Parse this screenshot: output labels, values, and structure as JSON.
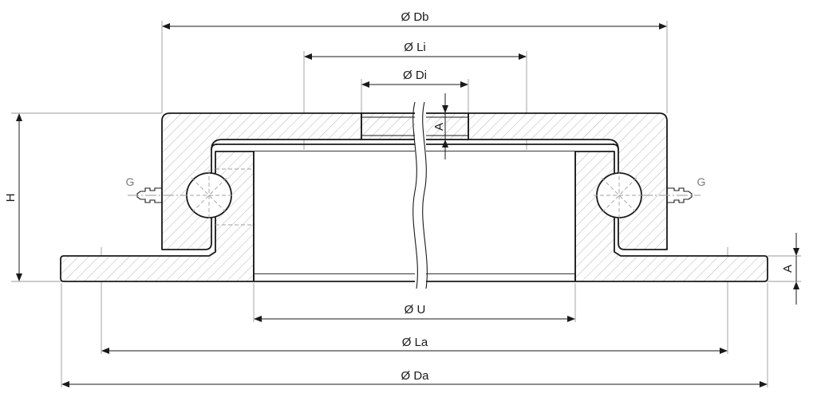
{
  "labels": {
    "db": "Ø Db",
    "li": "Ø Li",
    "di": "Ø Di",
    "a_top": "A",
    "h": "H",
    "g_left": "G",
    "g_right": "G",
    "a_right": "A",
    "u": "Ø U",
    "la": "Ø La",
    "da": "Ø Da"
  },
  "colors": {
    "line": "#1a1a1a",
    "extension": "#9a9a9a",
    "hatch": "#b5b5b5",
    "label_g": "#7a7a7a"
  }
}
